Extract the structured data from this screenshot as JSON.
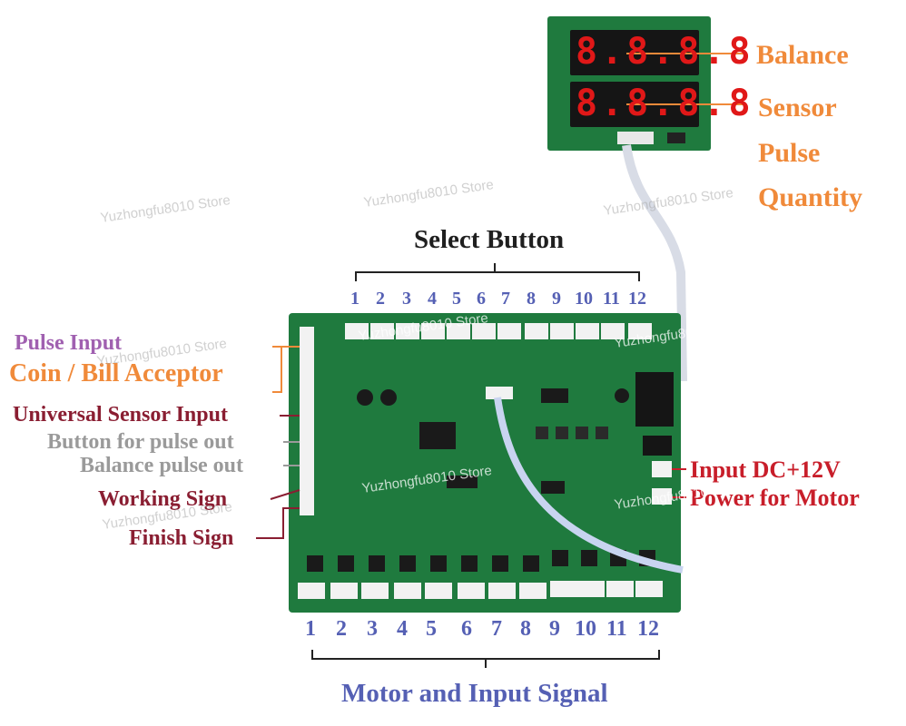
{
  "labels": {
    "balance": "Balance",
    "sensor": "Sensor",
    "pulse": "Pulse",
    "quantity": "Quantity",
    "select_button": "Select Button",
    "pulse_input": "Pulse Input",
    "coin_bill_acceptor": "Coin / Bill Acceptor",
    "universal_sensor_input": "Universal Sensor Input",
    "button_pulse_out": "Button for pulse out",
    "balance_pulse_out": "Balance pulse out",
    "working_sign": "Working Sign",
    "finish_sign": "Finish Sign",
    "input_dc": "Input DC+12V",
    "power_motor": "Power for Motor",
    "motor_input_signal": "Motor and Input Signal"
  },
  "display": {
    "top_digits": "8.8.8.8",
    "bottom_digits": "8.8.8.8"
  },
  "select_numbers": [
    "1",
    "2",
    "3",
    "4",
    "5",
    "6",
    "7",
    "8",
    "9",
    "10",
    "11",
    "12"
  ],
  "motor_numbers": [
    "1",
    "2",
    "3",
    "4",
    "5",
    "6",
    "7",
    "8",
    "9",
    "10",
    "11",
    "12"
  ],
  "watermark": "Yuzhongfu8010 Store",
  "colors": {
    "orange": "#f08a3a",
    "purple": "#a060b0",
    "maroon": "#8a1e32",
    "gray": "#9a9a9a",
    "red": "#c81e2a",
    "blue": "#5560b4",
    "pcb_green": "#1f7a3e"
  }
}
